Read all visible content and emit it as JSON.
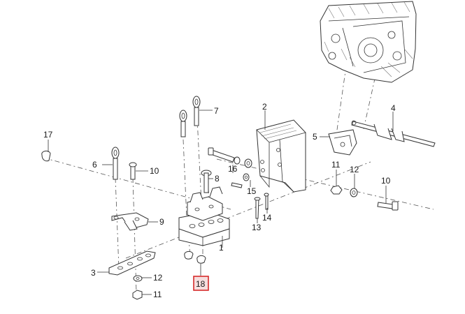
{
  "callouts": {
    "c1": "1",
    "c2": "2",
    "c3": "3",
    "c4": "4",
    "c5": "5",
    "c6": "6",
    "c7": "7",
    "c8": "8",
    "c9": "9",
    "c10a": "10",
    "c10b": "10",
    "c11a": "11",
    "c11b": "11",
    "c12a": "12",
    "c12b": "12",
    "c13": "13",
    "c14": "14",
    "c15": "15",
    "c16": "16",
    "c17": "17",
    "c18": "18"
  },
  "highlight": {
    "color": "#d62b2b",
    "fill": "#f6dede"
  }
}
